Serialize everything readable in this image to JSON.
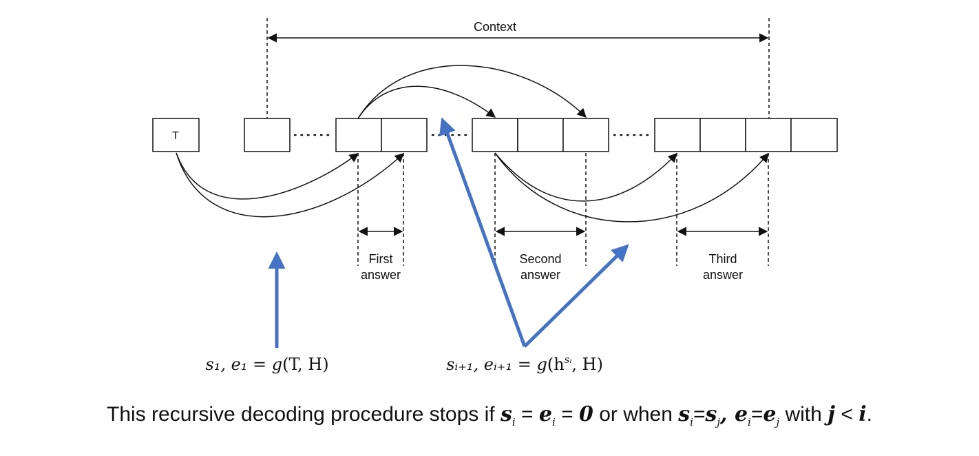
{
  "labels": {
    "context": "Context",
    "token_t": "T",
    "first_line1": "First",
    "first_line2": "answer",
    "second_line1": "Second",
    "second_line2": "answer",
    "third_line1": "Third",
    "third_line2": "answer"
  },
  "formulas": {
    "first": {
      "lhs": "s₁, e₁ = ",
      "fn": "g",
      "args": "(T, H)"
    },
    "recursive": {
      "lhs": "sᵢ₊₁, eᵢ₊₁ = ",
      "fn": "g",
      "args": "(h",
      "sup": "sᵢ",
      "rest": ", H)"
    }
  },
  "caption": {
    "part1": "This recursive decoding procedure stops if ",
    "s": "s",
    "sub_i": "i",
    "eq": " = ",
    "e": "e",
    "eq0": " = ",
    "zero": "0",
    "part2": " or when ",
    "s2": "s",
    "sub_i2": "i",
    "eq2": "=",
    "s3": "s",
    "sub_j": "j",
    "comma": ", ",
    "e2": "e",
    "sub_i3": "i",
    "eq3": "=",
    "e3": "e",
    "sub_j2": "j",
    "part3": " with ",
    "j": "j",
    "lt": " < ",
    "i": "i",
    "end": "."
  },
  "colors": {
    "ink": "#111111",
    "accent": "#4472C4"
  }
}
